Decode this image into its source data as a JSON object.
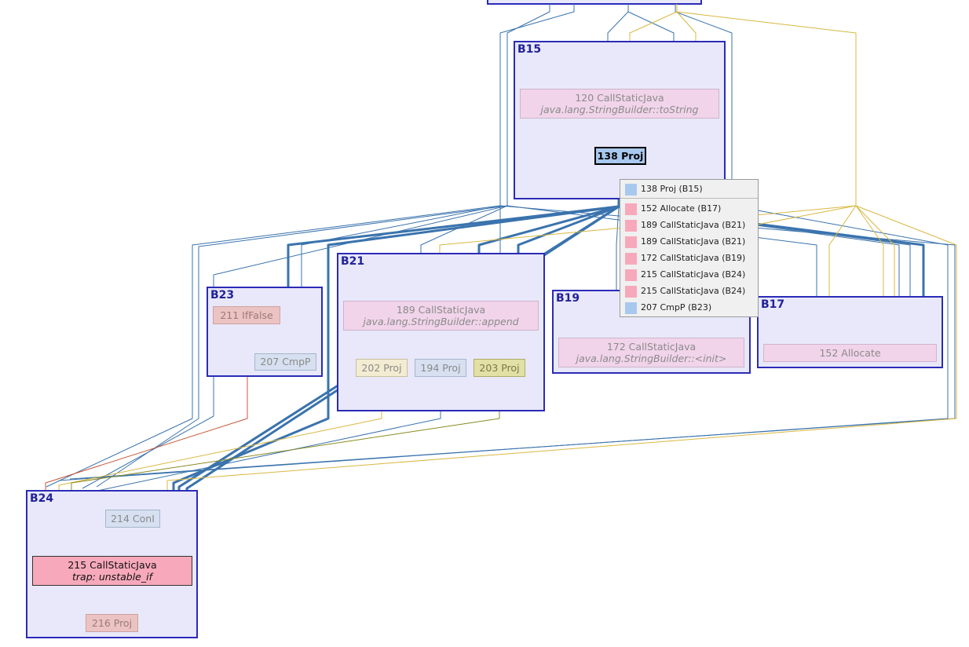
{
  "colors": {
    "edge_blue": "#3a73ad",
    "edge_yellow": "#d8b842",
    "edge_pink": "#e06c98",
    "edge_red": "#c8573a",
    "edge_olive": "#8a8a20",
    "block_fill": "#e8e8fa",
    "block_border": "#2b2bb8"
  },
  "blocks": {
    "b15": "B15",
    "b21": "B21",
    "b23": "B23",
    "b19": "B19",
    "b17": "B17",
    "b24": "B24"
  },
  "nodes": {
    "n120": {
      "title": "120 CallStaticJava",
      "sub": "java.lang.StringBuilder::toString"
    },
    "n138": {
      "title": "138 Proj"
    },
    "n189": {
      "title": "189 CallStaticJava",
      "sub": "java.lang.StringBuilder::append"
    },
    "n202": {
      "title": "202 Proj"
    },
    "n194": {
      "title": "194 Proj"
    },
    "n203": {
      "title": "203 Proj"
    },
    "n211": {
      "title": "211 IfFalse"
    },
    "n207": {
      "title": "207 CmpP"
    },
    "n172": {
      "title": "172 CallStaticJava",
      "sub": "java.lang.StringBuilder::<init>"
    },
    "n152": {
      "title": "152 Allocate"
    },
    "n214": {
      "title": "214 ConI"
    },
    "n215": {
      "title": "215 CallStaticJava",
      "sub": "trap: unstable_if"
    },
    "n216": {
      "title": "216 Proj"
    }
  },
  "popup": {
    "header": {
      "label": "138 Proj (B15)",
      "color": "#a9c8ee"
    },
    "items": [
      {
        "label": "152 Allocate (B17)",
        "color": "#f7a9bb"
      },
      {
        "label": "189 CallStaticJava (B21)",
        "color": "#f7a9bb"
      },
      {
        "label": "189 CallStaticJava (B21)",
        "color": "#f7a9bb"
      },
      {
        "label": "172 CallStaticJava (B19)",
        "color": "#f7a9bb"
      },
      {
        "label": "215 CallStaticJava (B24)",
        "color": "#f7a9bb"
      },
      {
        "label": "215 CallStaticJava (B24)",
        "color": "#f7a9bb"
      },
      {
        "label": "207 CmpP (B23)",
        "color": "#a9c8ee"
      }
    ]
  }
}
